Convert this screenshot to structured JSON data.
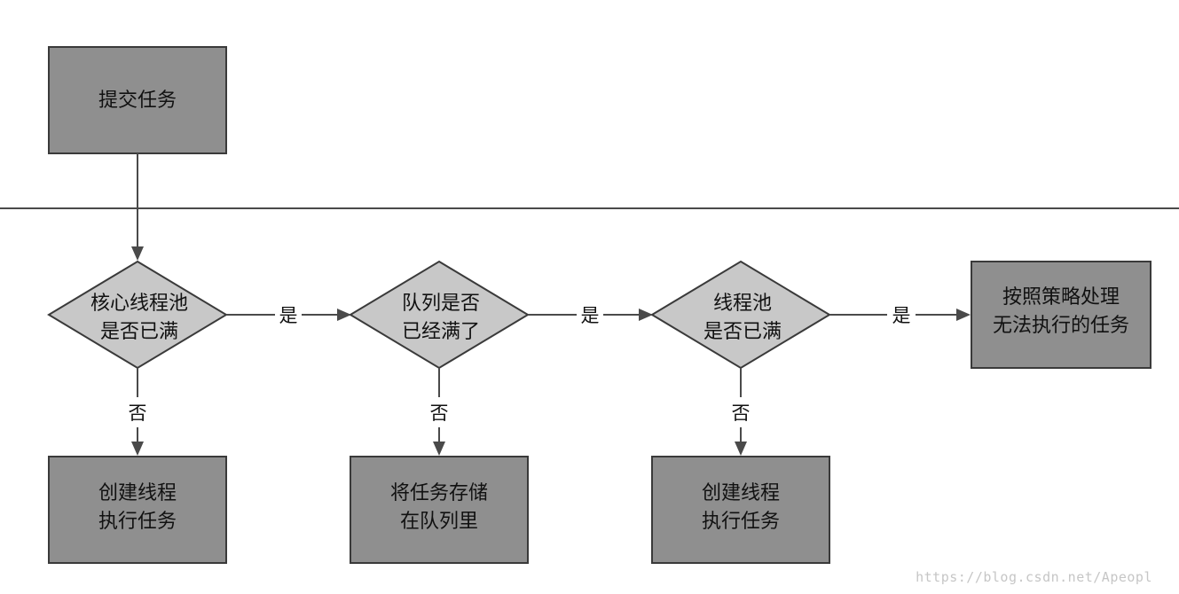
{
  "nodes": {
    "submit": {
      "lines": [
        "提交任务"
      ]
    },
    "core_full": {
      "lines": [
        "核心线程池",
        "是否已满"
      ]
    },
    "queue_full": {
      "lines": [
        "队列是否",
        "已经满了"
      ]
    },
    "pool_full": {
      "lines": [
        "线程池",
        "是否已满"
      ]
    },
    "reject": {
      "lines": [
        "按照策略处理",
        "无法执行的任务"
      ]
    },
    "create_core": {
      "lines": [
        "创建线程",
        "执行任务"
      ]
    },
    "store_queue": {
      "lines": [
        "将任务存储",
        "在队列里"
      ]
    },
    "create_nonCore": {
      "lines": [
        "创建线程",
        "执行任务"
      ]
    }
  },
  "edge_labels": {
    "yes": "是",
    "no": "否"
  },
  "watermark": "https://blog.csdn.net/Apeopl"
}
